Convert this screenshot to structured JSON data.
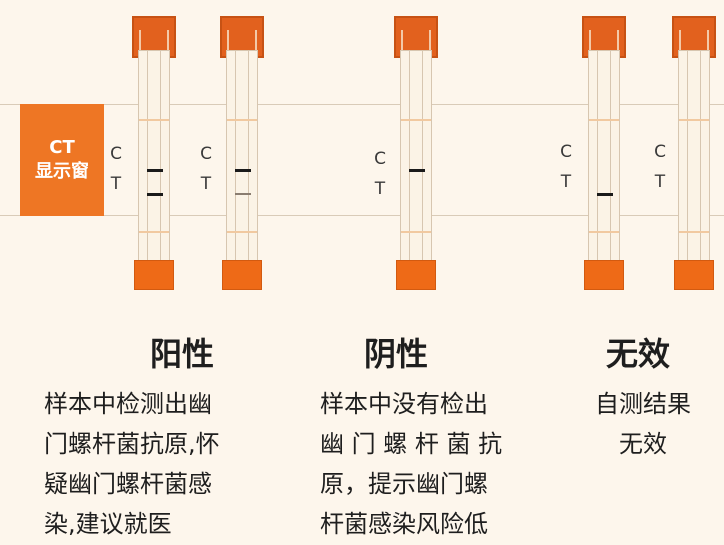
{
  "ct_window": {
    "line1": "CT",
    "line2": "显示窗"
  },
  "strip_labels": {
    "c": "C",
    "t": "T"
  },
  "positive": {
    "heading": "阳性",
    "desc": [
      "样本中检测出幽",
      "门螺杆菌抗原,怀",
      "疑幽门螺杆菌感",
      "染,建议就医"
    ]
  },
  "negative": {
    "heading": "阴性",
    "desc": [
      "样本中没有检出",
      "幽 门 螺 杆 菌 抗",
      "原，提示幽门螺",
      "杆菌感染风险低"
    ]
  },
  "invalid": {
    "heading": "无效",
    "desc": [
      "自测结果",
      "无效"
    ]
  },
  "colors": {
    "accent": "#ee7624",
    "cap": "#e2611e",
    "line": "#1a1a1a"
  }
}
